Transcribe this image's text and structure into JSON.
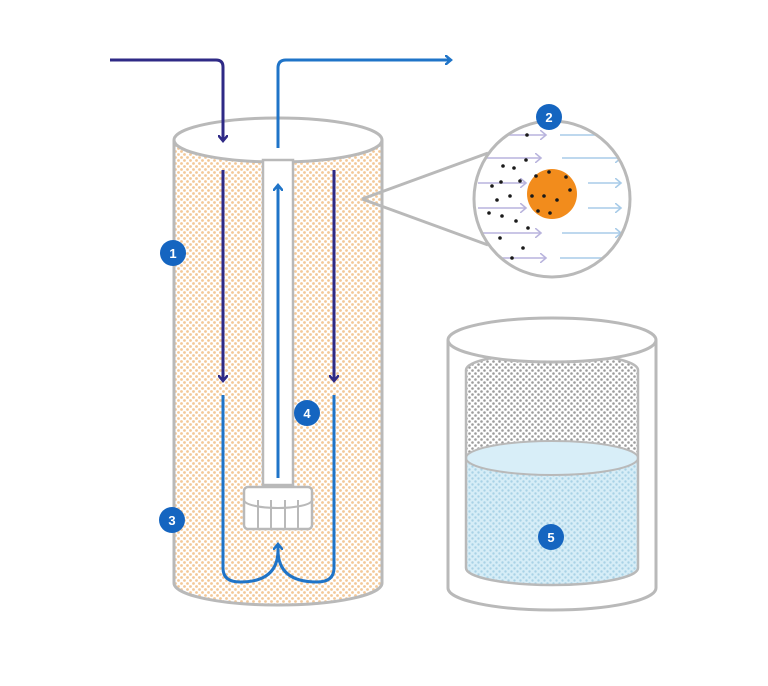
{
  "diagram": {
    "badges": [
      {
        "id": "badge-1",
        "label": "1"
      },
      {
        "id": "badge-2",
        "label": "2"
      },
      {
        "id": "badge-3",
        "label": "3"
      },
      {
        "id": "badge-4",
        "label": "4"
      },
      {
        "id": "badge-5",
        "label": "5"
      }
    ],
    "colors": {
      "outline": "#b9b9b9",
      "inflow_arrow": "#2f2a86",
      "outflow_arrow": "#1f74c8",
      "media_dots": "#f2c79a",
      "particle": "#f28c1c",
      "water": "#c9e6f2",
      "badge": "#1565c0",
      "screen_dots": "#9a9a9a"
    }
  }
}
